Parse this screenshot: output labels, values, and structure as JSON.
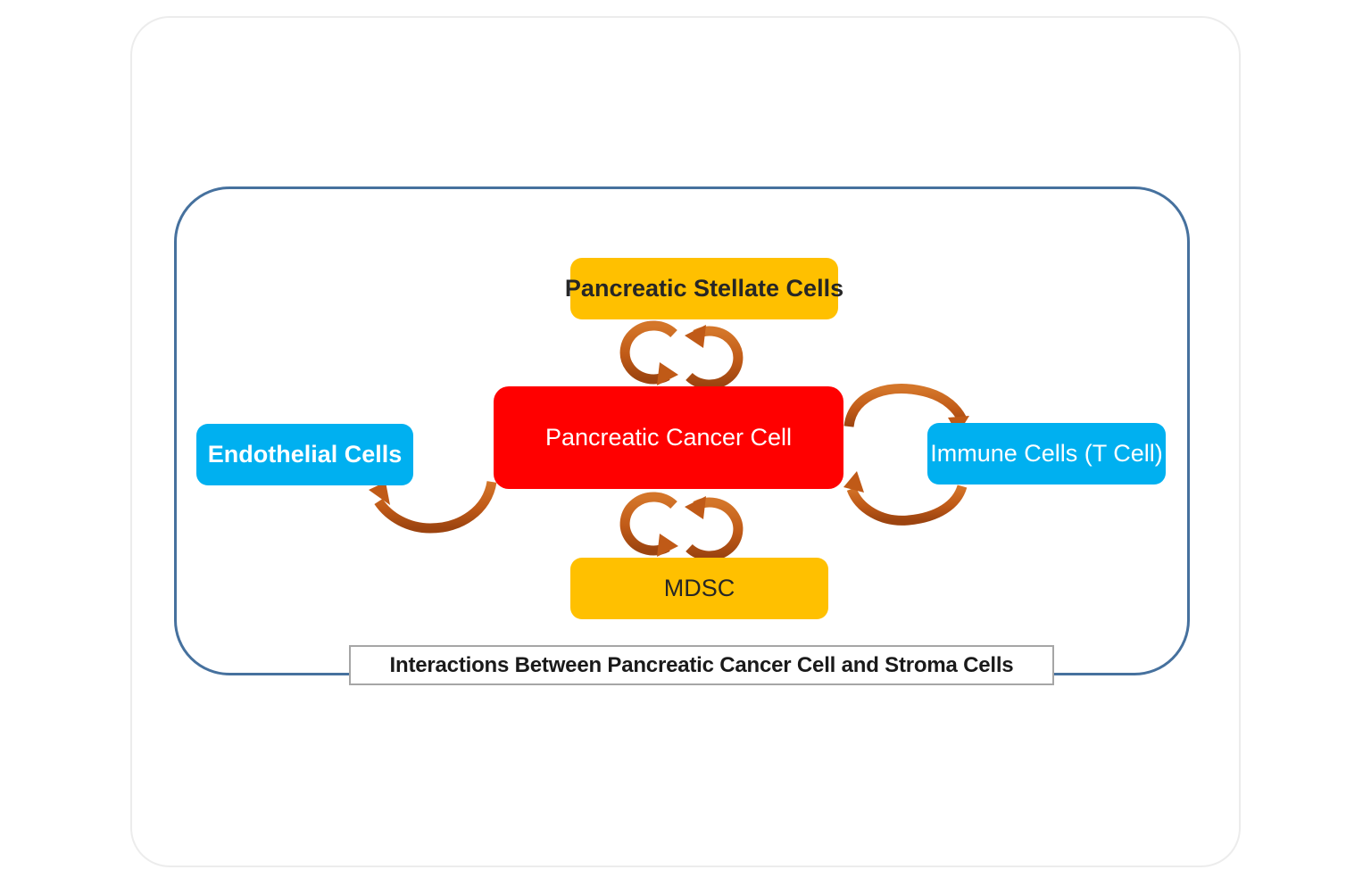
{
  "diagram": {
    "title": "Interactions Between Pancreatic Cancer Cell and Stroma Cells",
    "caption": "Interactions Between Pancreatic Cancer Cell and Stroma Cells",
    "colors": {
      "cancer_cell": "#FF0000",
      "stellate_cells": "#FFC000",
      "mdsc": "#FFC000",
      "endothelial_cells": "#00B0F0",
      "immune_cells": "#00B0F0",
      "arrow": "#C05A17",
      "frame_border": "#46719E",
      "card_border": "#ECECEC",
      "caption_border": "#A6A6A6"
    },
    "nodes": [
      {
        "id": "stellate",
        "label": "Pancreatic Stellate Cells",
        "role": "stroma-cell",
        "position": "top"
      },
      {
        "id": "cancer",
        "label": "Pancreatic Cancer Cell",
        "role": "tumor-cell",
        "position": "center"
      },
      {
        "id": "endothelial",
        "label": "Endothelial Cells",
        "role": "stroma-cell",
        "position": "left"
      },
      {
        "id": "immune",
        "label": "Immune Cells (T Cell)",
        "role": "stroma-cell",
        "position": "right"
      },
      {
        "id": "mdsc",
        "label": "MDSC",
        "role": "stroma-cell",
        "position": "bottom"
      }
    ],
    "connections": [
      {
        "id": "cancer-stellate",
        "from": "cancer",
        "to": "stellate",
        "style": "bidirectional-circular-arrows"
      },
      {
        "id": "cancer-mdsc",
        "from": "cancer",
        "to": "mdsc",
        "style": "bidirectional-circular-arrows"
      },
      {
        "id": "cancer-immune",
        "from": "cancer",
        "to": "immune",
        "style": "bidirectional-circular-arrows"
      },
      {
        "id": "cancer-endothelial",
        "from": "cancer",
        "to": "endothelial",
        "style": "single-curved-arrow"
      }
    ]
  }
}
